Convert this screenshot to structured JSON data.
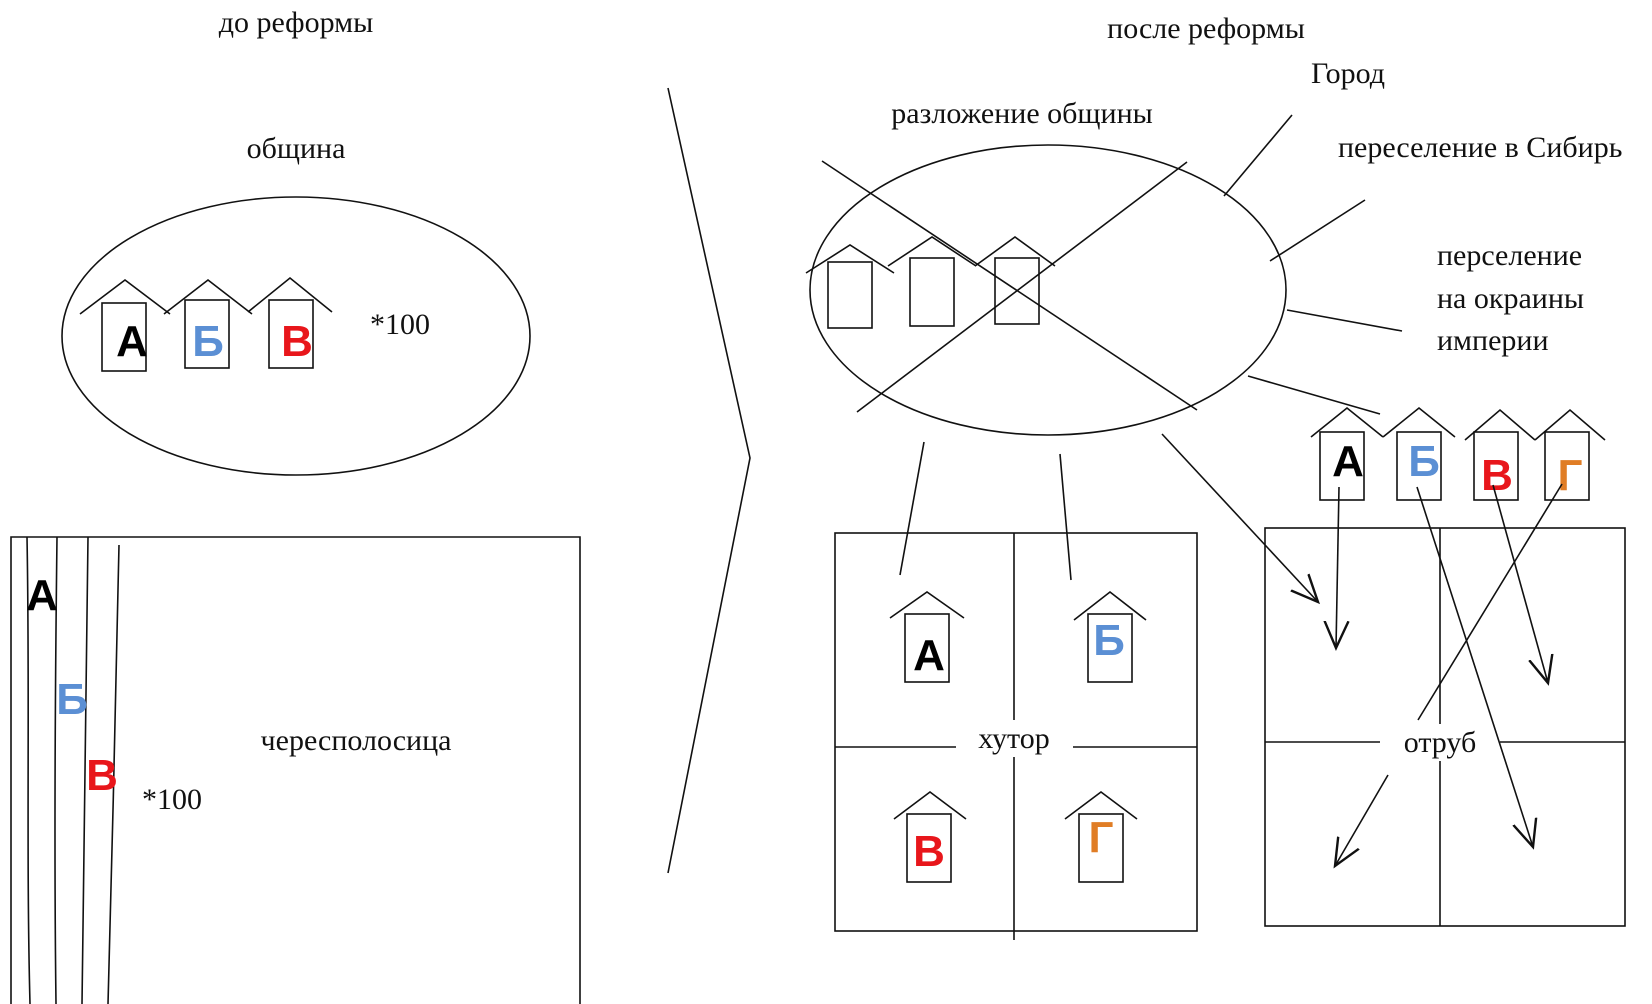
{
  "labels": {
    "before_reform": "до реформы",
    "after_reform": "после реформы",
    "commune": "община",
    "times_100_commune": "*100",
    "strip_farming": "чересполосица",
    "times_100_strips": "*100",
    "commune_breakup": "разложение общины",
    "city": "Город",
    "siberia": "переселение в Сибирь",
    "outskirts_line1": "перселение",
    "outskirts_line2": "на окраины",
    "outskirts_line3": "империи",
    "khutor": "хутор",
    "otrub": "отруб"
  },
  "letters": {
    "a": "А",
    "b": "Б",
    "v": "В",
    "g": "Г"
  },
  "colors": {
    "a": "#000000",
    "b": "#5b8fd4",
    "v": "#e8161b",
    "g": "#e07d25",
    "line": "#111111"
  }
}
